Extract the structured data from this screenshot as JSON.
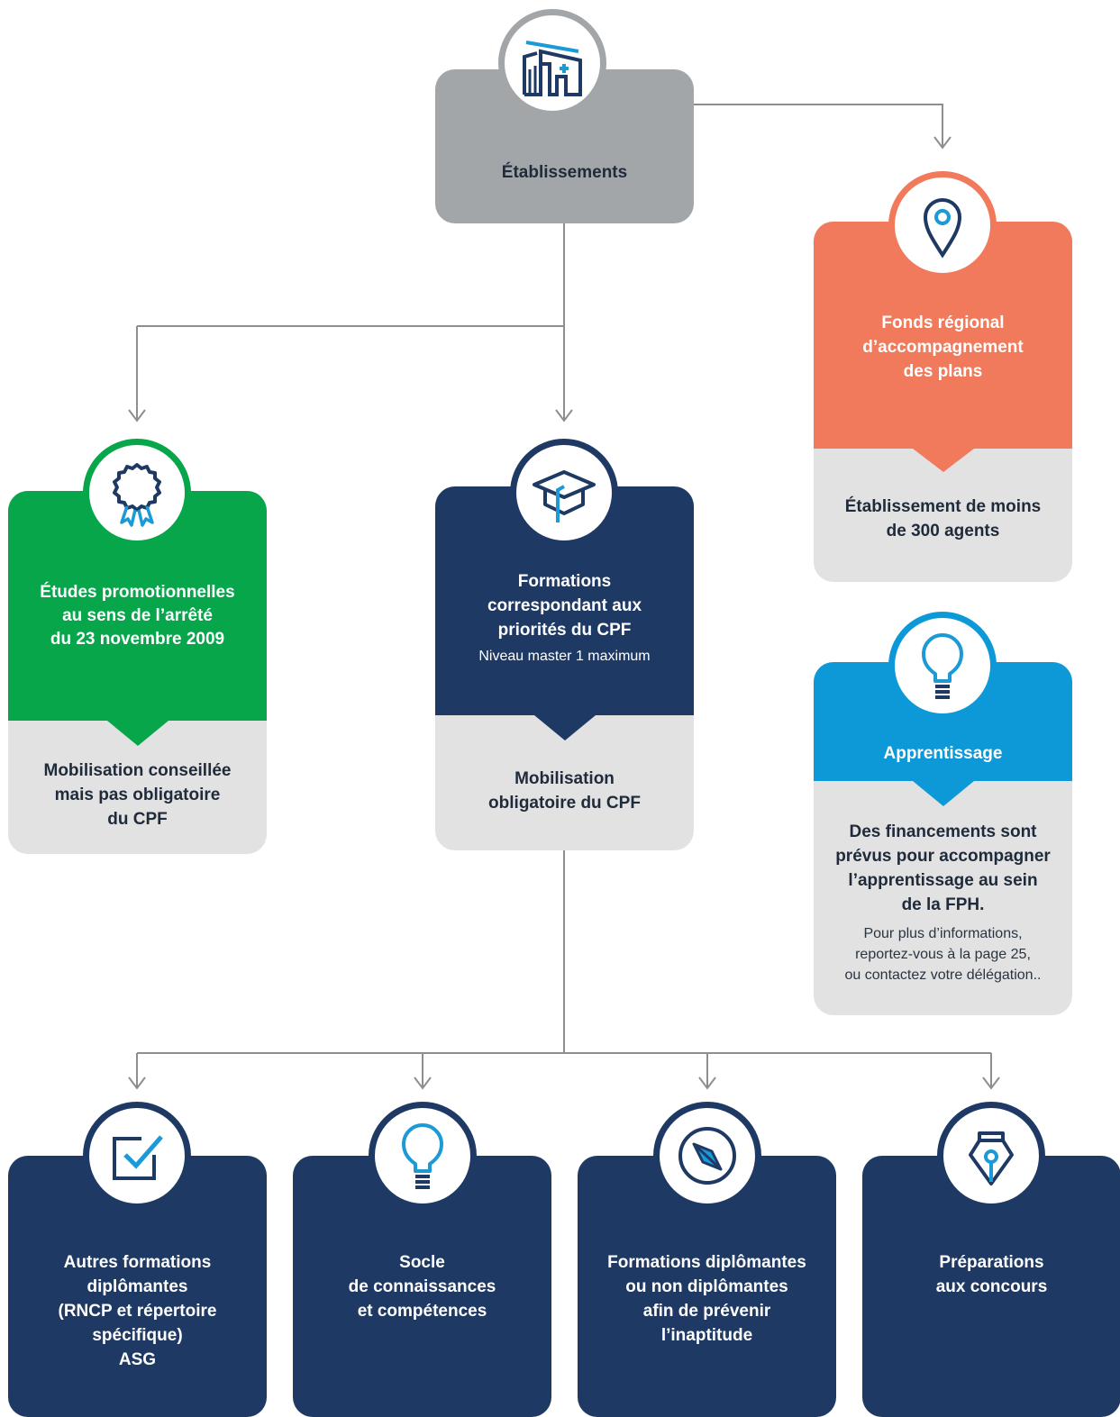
{
  "colors": {
    "navy": "#1e3a64",
    "gray": "#a3a6a8",
    "light_gray": "#e2e2e2",
    "green": "#07a64b",
    "orange": "#f07a5b",
    "blue": "#0d99d8",
    "icon_blue": "#1b9ad6",
    "connector": "#8e8e8e"
  },
  "root": {
    "icon": "hospital-building-icon",
    "label": "Établissements"
  },
  "fonds": {
    "icon": "location-pin-icon",
    "title": [
      "Fonds régional",
      "d’accompagnement",
      "des plans"
    ],
    "body": [
      "Établissement de moins",
      "de 300 agents"
    ]
  },
  "etudes": {
    "icon": "award-ribbon-icon",
    "title": [
      "Études promotionnelles",
      "au sens de l’arrêté",
      "du 23 novembre 2009"
    ],
    "body": [
      "Mobilisation conseillée",
      "mais pas obligatoire",
      "du CPF"
    ]
  },
  "formations_cpf": {
    "icon": "graduation-cap-icon",
    "title": [
      "Formations",
      "correspondant  aux",
      "priorités du CPF"
    ],
    "subtitle": "Niveau master 1 maximum",
    "body": [
      "Mobilisation",
      "obligatoire du CPF"
    ]
  },
  "apprentissage": {
    "icon": "lightbulb-icon",
    "title": "Apprentissage",
    "body": [
      "Des financements sont",
      "prévus pour accompagner",
      "l’apprentissage au sein",
      "de la FPH."
    ],
    "note": [
      "Pour plus d’informations,",
      "reportez-vous à la page 25,",
      "ou contactez votre délégation.."
    ]
  },
  "bottom_cards": [
    {
      "icon": "checkbox-icon",
      "lines": [
        "Autres  formations",
        "diplômantes",
        "(RNCP et répertoire",
        "spécifique)",
        "ASG"
      ]
    },
    {
      "icon": "lightbulb-icon",
      "lines": [
        "Socle",
        "de connaissances",
        "et compétences"
      ]
    },
    {
      "icon": "compass-icon",
      "lines": [
        "Formations diplômantes",
        "ou non diplômantes",
        "afin de prévenir",
        "l’inaptitude"
      ]
    },
    {
      "icon": "fountain-pen-icon",
      "lines": [
        "Préparations",
        "aux concours"
      ]
    }
  ]
}
